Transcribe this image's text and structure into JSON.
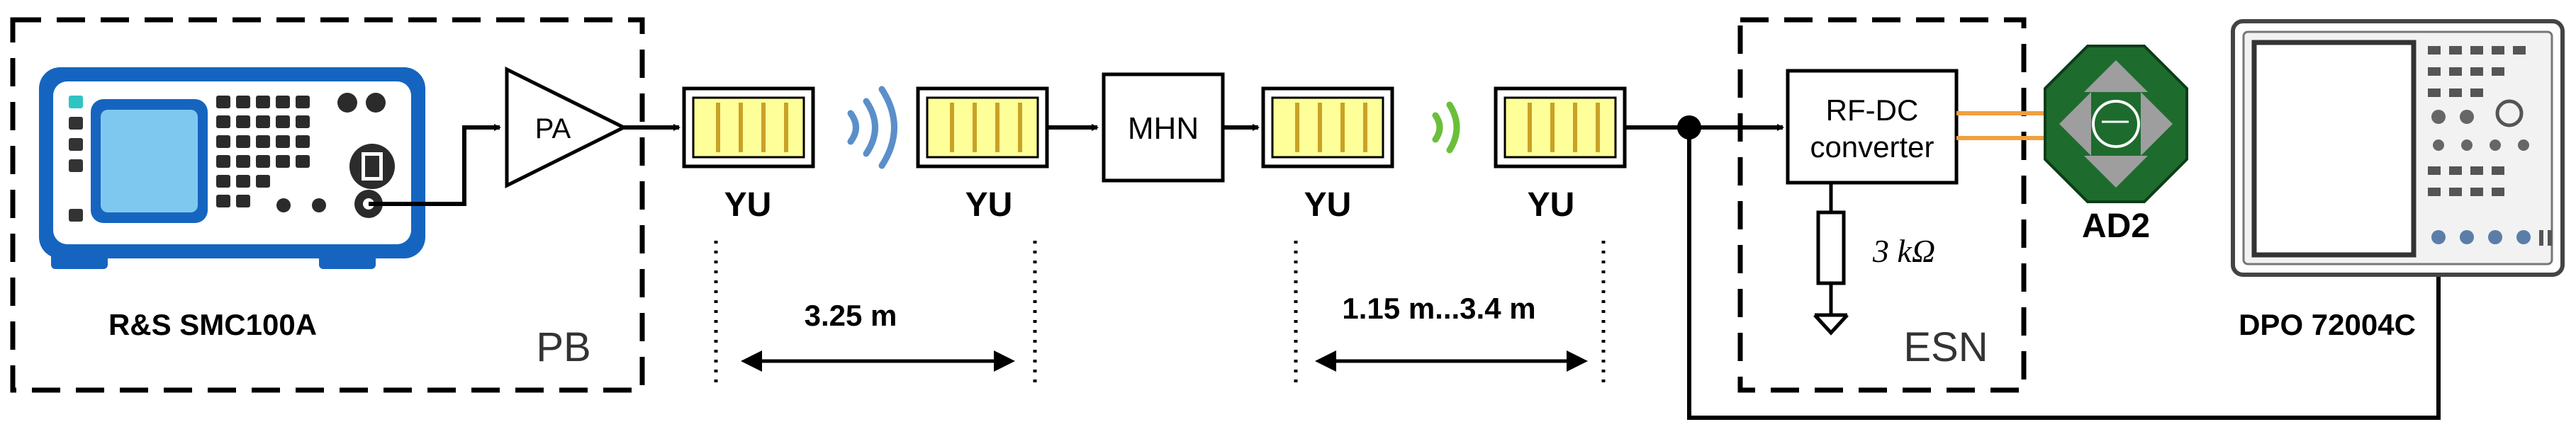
{
  "labels": {
    "signal_generator": "R&S SMC100A",
    "amplifier": "PA",
    "box_pb": "PB",
    "antenna_1": "YU",
    "antenna_2": "YU",
    "antenna_3": "YU",
    "antenna_4": "YU",
    "mhn": "MHN",
    "distance_1": "3.25 m",
    "distance_2": "1.15 m...3.4 m",
    "rfdc_line1": "RF-DC",
    "rfdc_line2": "converter",
    "resistor_value": "3 kΩ",
    "box_esn": "ESN",
    "ad2": "AD2",
    "oscilloscope": "DPO 72004C"
  },
  "colors": {
    "line": "#000000",
    "antenna_fill": "#ffff99",
    "antenna_bars": "#c9a227",
    "wave_left": "#5b8fc9",
    "wave_right": "#6abf3a",
    "instrument_blue": "#1565c0",
    "screen_blue": "#7ec8f0",
    "ad2_green": "#1e6b2e",
    "ad2_gray": "#9e9e9e",
    "rf_wire": "#f0a040"
  }
}
